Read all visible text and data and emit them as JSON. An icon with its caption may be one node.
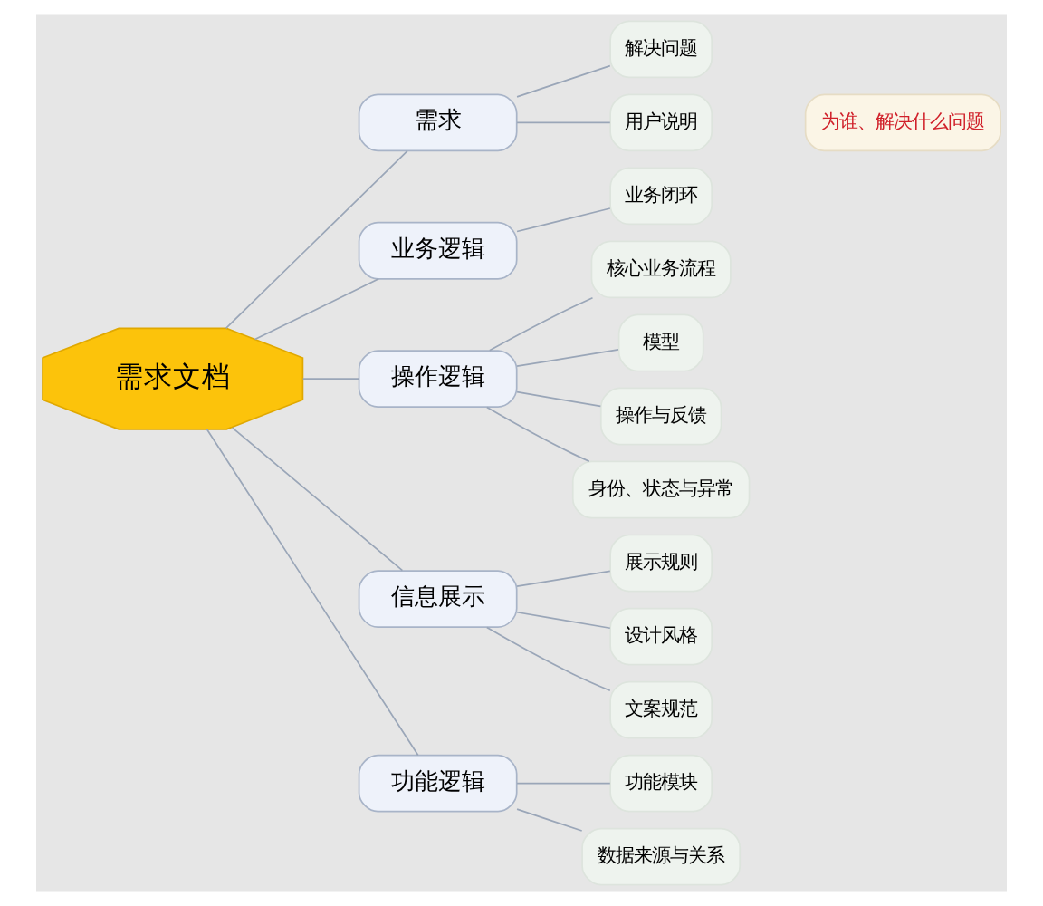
{
  "diagram": {
    "nodes": [
      {
        "text": [
          "需求文档"
        ]
      },
      {
        "text": [
          "需求"
        ]
      },
      {
        "text": [
          "解决问题"
        ]
      },
      {
        "text": [
          "用户说明"
        ]
      },
      {
        "text": [
          "为谁、解决什么问题"
        ]
      },
      {
        "text": [
          "业务逻辑"
        ]
      },
      {
        "text": [
          "业务闭环"
        ]
      },
      {
        "text": [
          "操作逻辑"
        ]
      },
      {
        "text": [
          "核心业务流程"
        ]
      },
      {
        "text": [
          "模型"
        ]
      },
      {
        "text": [
          "操作与反馈"
        ]
      },
      {
        "text": [
          "身份、状态与异常"
        ]
      },
      {
        "text": [
          "信息展示"
        ]
      },
      {
        "text": [
          "展示规则"
        ]
      },
      {
        "text": [
          "设计风格"
        ]
      },
      {
        "text": [
          "文案规范"
        ]
      },
      {
        "text": [
          "功能逻辑"
        ]
      },
      {
        "text": [
          "功能模块"
        ]
      },
      {
        "text": [
          "数据来源与关系"
        ]
      }
    ],
    "edges": [
      {
        "from": 0,
        "to": 1,
        "arrow": "none"
      },
      {
        "from": 1,
        "to": 2,
        "arrow": "none"
      },
      {
        "from": 1,
        "to": 3,
        "arrow": "none"
      },
      {
        "from": 0,
        "to": 5,
        "arrow": "none"
      },
      {
        "from": 5,
        "to": 6,
        "arrow": "none"
      },
      {
        "from": 0,
        "to": 7,
        "arrow": "none"
      },
      {
        "from": 7,
        "to": 8,
        "arrow": "none"
      },
      {
        "from": 7,
        "to": 9,
        "arrow": "none"
      },
      {
        "from": 7,
        "to": 10,
        "arrow": "none"
      },
      {
        "from": 7,
        "to": 11,
        "arrow": "none"
      },
      {
        "from": 0,
        "to": 12,
        "arrow": "none"
      },
      {
        "from": 12,
        "to": 13,
        "arrow": "none"
      },
      {
        "from": 12,
        "to": 14,
        "arrow": "none"
      },
      {
        "from": 12,
        "to": 15,
        "arrow": "none"
      },
      {
        "from": 0,
        "to": 16,
        "arrow": "none"
      },
      {
        "from": 16,
        "to": 17,
        "arrow": "none"
      },
      {
        "from": 16,
        "to": 18,
        "arrow": "none"
      }
    ]
  }
}
